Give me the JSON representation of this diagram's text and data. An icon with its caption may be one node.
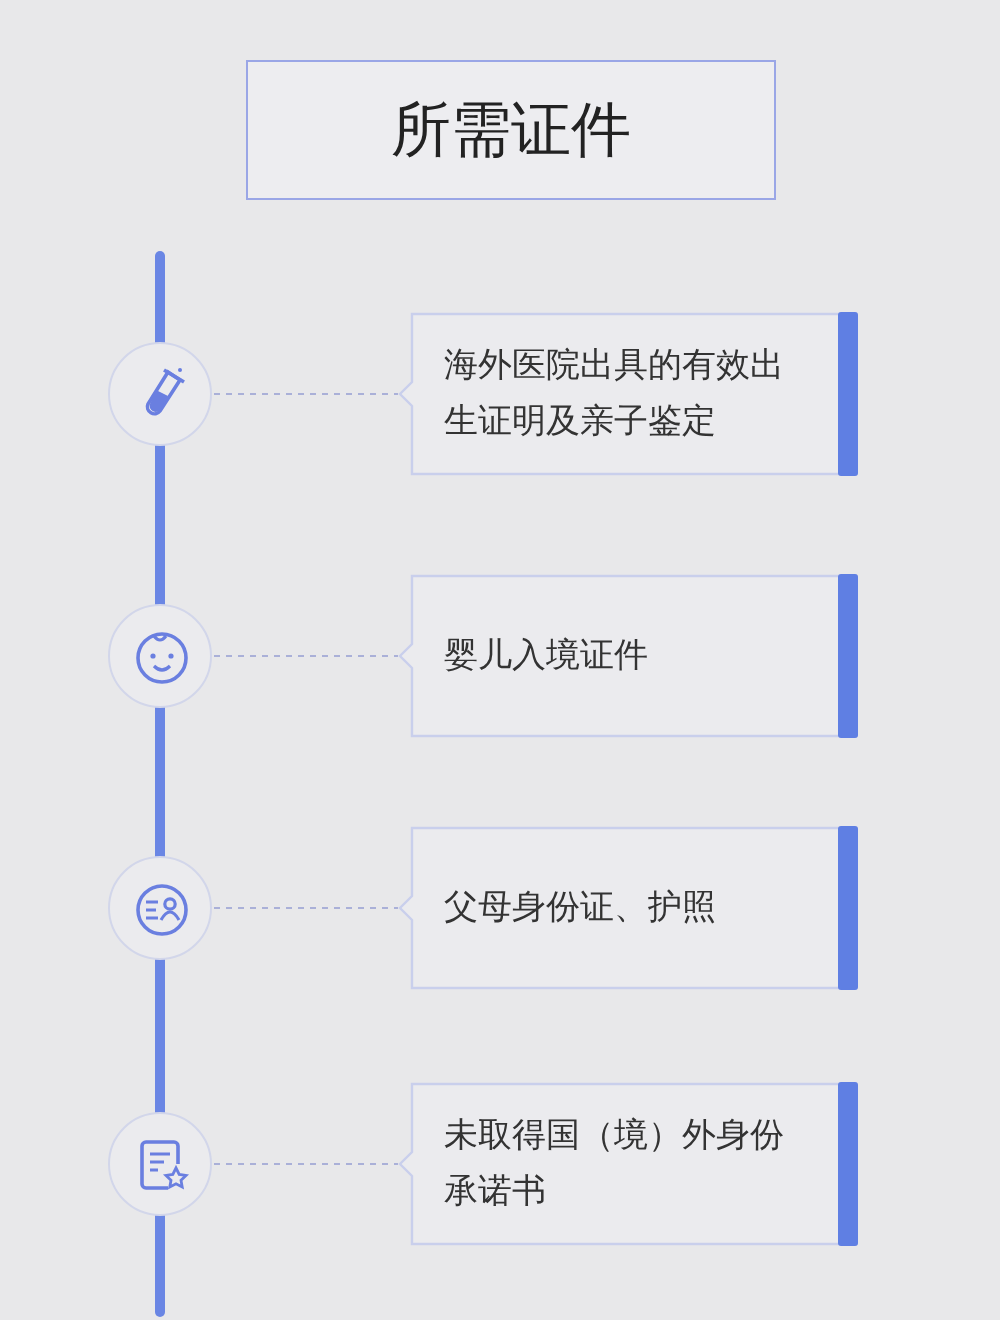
{
  "diagram": {
    "nodes": [
      {
        "text": [
          "所需证件"
        ]
      },
      {
        "text": [],
        "shape": "circle"
      },
      {
        "text": [
          "海外医院出具的有效出生证明及亲子鉴定"
        ]
      },
      {
        "text": [],
        "shape": "circle"
      },
      {
        "text": [
          "婴儿入境证件"
        ]
      },
      {
        "text": [],
        "shape": "circle"
      },
      {
        "text": [
          "父母身份证、护照"
        ]
      },
      {
        "text": [],
        "shape": "circle"
      },
      {
        "text": [
          "未取得国（境）外身份承诺书"
        ]
      }
    ],
    "edges": [
      {
        "from": 1,
        "to": 2,
        "arrow": "none",
        "style": "dashed"
      },
      {
        "from": 3,
        "to": 4,
        "arrow": "none",
        "style": "dashed"
      },
      {
        "from": 5,
        "to": 6,
        "arrow": "none",
        "style": "dashed"
      },
      {
        "from": 7,
        "to": 8,
        "arrow": "none",
        "style": "dashed"
      }
    ]
  }
}
